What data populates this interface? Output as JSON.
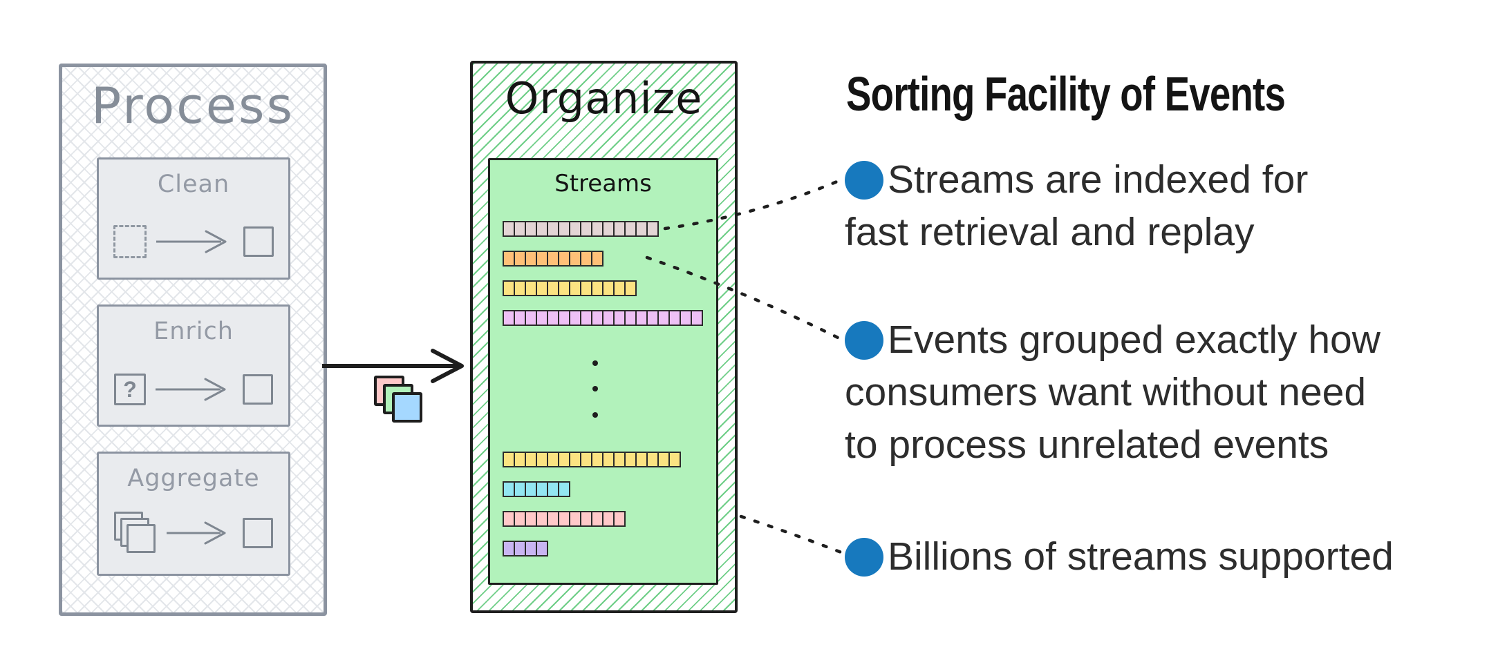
{
  "process_panel": {
    "title": "Process",
    "steps": [
      {
        "label": "Clean",
        "icon": "dashed-square-to-square",
        "icon_text": ""
      },
      {
        "label": "Enrich",
        "icon": "question-square-to-square",
        "icon_text": "?"
      },
      {
        "label": "Aggregate",
        "icon": "stacked-squares-to-square",
        "icon_text": ""
      }
    ]
  },
  "flow": {
    "arrow": "process-to-organize",
    "event_square_colors": [
      "#ffc9c9",
      "#b2f2bb",
      "#a5d8ff"
    ]
  },
  "organize_panel": {
    "title": "Organize",
    "streams_box": {
      "title": "Streams",
      "streams": [
        {
          "type": "bar",
          "segments": 14,
          "color": "#e3d5d5"
        },
        {
          "type": "bar",
          "segments": 9,
          "color": "#ffc078"
        },
        {
          "type": "bar",
          "segments": 12,
          "color": "#fbe382"
        },
        {
          "type": "bar",
          "segments": 18,
          "color": "#eec0f5"
        },
        {
          "type": "ellipsis",
          "dots": 3
        },
        {
          "type": "bar",
          "segments": 16,
          "color": "#fbe382"
        },
        {
          "type": "bar",
          "segments": 6,
          "color": "#93e6f2"
        },
        {
          "type": "bar",
          "segments": 11,
          "color": "#ffc9c9"
        },
        {
          "type": "bar",
          "segments": 4,
          "color": "#c9b5f2"
        }
      ]
    }
  },
  "annotations": {
    "heading": "Sorting Facility of Events",
    "bullet_color": "#1779be",
    "bullets": [
      {
        "lines": [
          "Streams are indexed for",
          "fast retrieval and replay"
        ]
      },
      {
        "lines": [
          "Events grouped exactly how",
          "consumers want without need",
          "to process unrelated events"
        ]
      },
      {
        "lines": [
          "Billions of streams supported"
        ]
      }
    ]
  },
  "colors": {
    "process_gray": "#8b93a0",
    "organize_green_hatch": "#3ebe5f",
    "streams_background": "#b2f2bb",
    "ink": "#1e1e1e"
  }
}
